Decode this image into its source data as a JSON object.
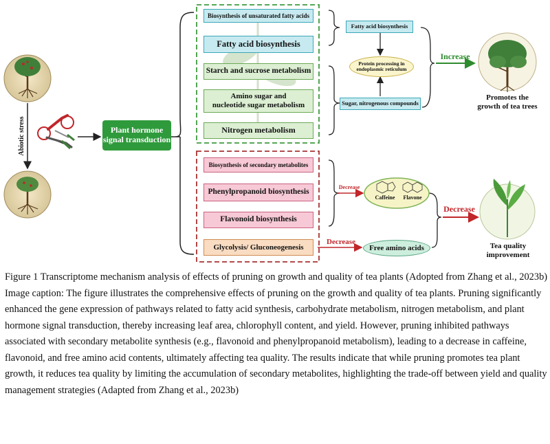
{
  "diagram": {
    "abiotic_stress": "Abiotic stress",
    "hormone_box": [
      "Plant hormone",
      "signal transduction"
    ],
    "upregulated": {
      "unsat_fatty": "Biosynthesis of unsaturated fatty acids",
      "fatty_acid": "Fatty acid biosynthesis",
      "starch": "Starch and sucrose metabolism",
      "amino_sugar": [
        "Amino sugar and",
        "nucleotide sugar metabolism"
      ],
      "nitrogen": "Nitrogen metabolism"
    },
    "downregulated": {
      "secondary": "Biosynthesis of secondary metabolites",
      "phenylpropanoid": "Phenylpropanoid biosynthesis",
      "flavonoid": "Flavonoid biosynthesis",
      "glycolysis": "Glycolysis/ Gluconeogenesis"
    },
    "fatty_acid_small": "Fatty acid biosynthesis",
    "protein_processing": [
      "Protein processing in",
      "endoplasmic reticulum"
    ],
    "sugar_compounds": "Sugar, nitrogenous compounds",
    "increase": "Increase",
    "promotes": [
      "Promotes the",
      "growth of tea trees"
    ],
    "decrease_small": "Decrease",
    "caffeine": "Caffeine",
    "flavone": "Flavone",
    "decrease_main": "Decrease",
    "decrease_amino": "Decrease",
    "free_amino": "Free amino acids",
    "tea_quality": [
      "Tea quality",
      "improvement"
    ]
  },
  "caption": {
    "title": "Figure 1 Transcriptome mechanism analysis of effects of pruning on growth and quality of tea plants (Adopted from Zhang et al., 2023b)",
    "text": "Image caption: The figure illustrates the comprehensive effects of pruning on the growth and quality of tea plants. Pruning significantly enhanced the gene expression of pathways related to fatty acid synthesis, carbohydrate metabolism, nitrogen metabolism, and plant hormone signal transduction, thereby increasing leaf area, chlorophyll content, and yield. However, pruning inhibited pathways associated with secondary metabolite synthesis (e.g., flavonoid and phenylpropanoid metabolism), leading to a decrease in caffeine, flavonoid, and free amino acid contents, ultimately affecting tea quality. The results indicate that while pruning promotes tea plant growth, it reduces tea quality by limiting the accumulation of secondary metabolites, highlighting the trade-off between yield and quality management strategies (Adapted from Zhang et al., 2023b)"
  },
  "colors": {
    "green_dash": "#3f9a3f",
    "red_dash": "#a83232",
    "arrow_green": "#2e8b2e",
    "arrow_red": "#c0262a",
    "hormone_fill": "#2f9a3c"
  }
}
